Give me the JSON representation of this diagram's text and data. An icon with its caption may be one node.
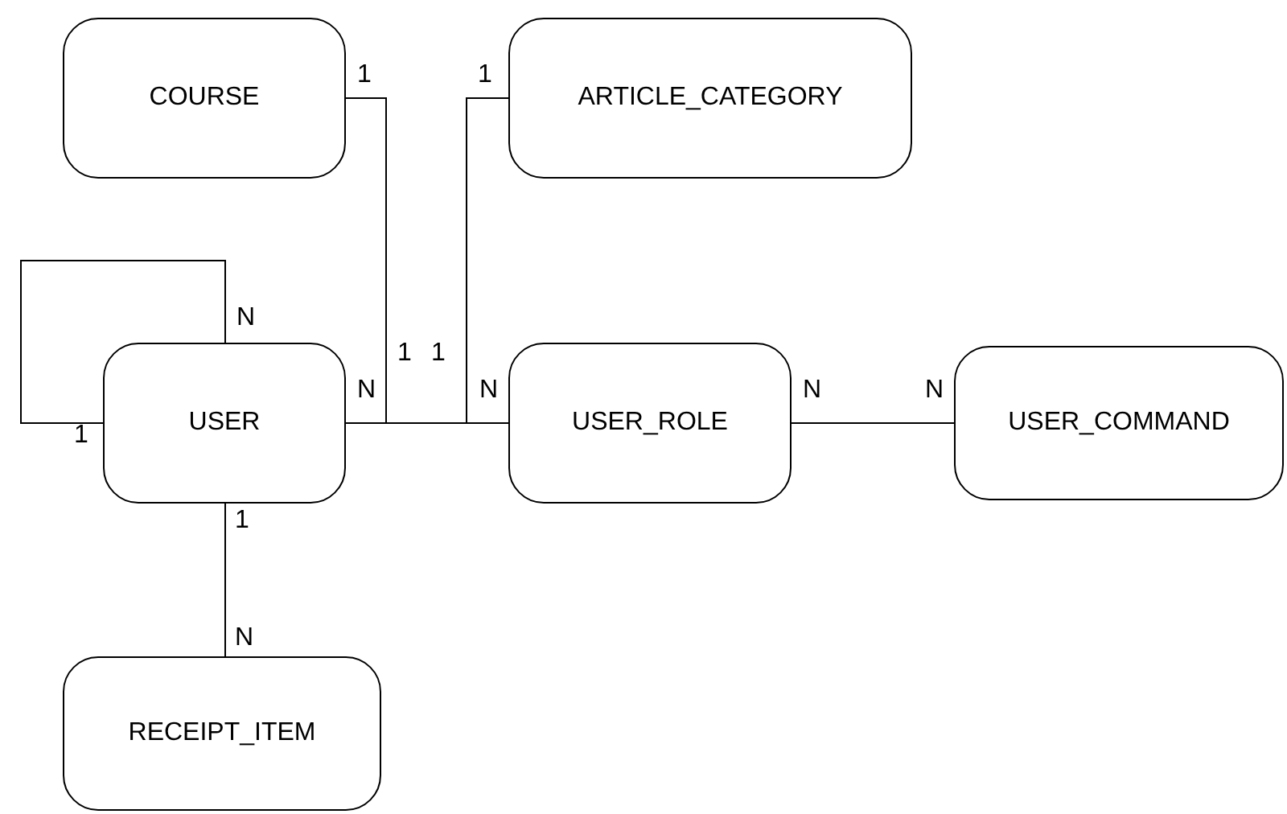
{
  "diagram": {
    "nodes": [
      {
        "text": [
          "COURSE"
        ]
      },
      {
        "text": [
          "ARTICLE_CATEGORY"
        ]
      },
      {
        "text": [
          "USER"
        ]
      },
      {
        "text": [
          "USER_ROLE"
        ]
      },
      {
        "text": [
          "USER_COMMAND"
        ]
      },
      {
        "text": [
          "RECEIPT_ITEM"
        ]
      }
    ],
    "edges": [
      {
        "from": 0,
        "to": 2,
        "arrow": "none"
      },
      {
        "from": 1,
        "to": 3,
        "arrow": "none"
      },
      {
        "from": 2,
        "to": 3,
        "arrow": "none"
      },
      {
        "from": 2,
        "to": 2,
        "arrow": "none"
      },
      {
        "from": 2,
        "to": 5,
        "arrow": "none"
      },
      {
        "from": 3,
        "to": 4,
        "arrow": "none"
      }
    ],
    "labels": [
      "1",
      "1",
      "N",
      "1",
      "1",
      "N",
      "N",
      "N",
      "N",
      "1",
      "1",
      "N"
    ]
  }
}
